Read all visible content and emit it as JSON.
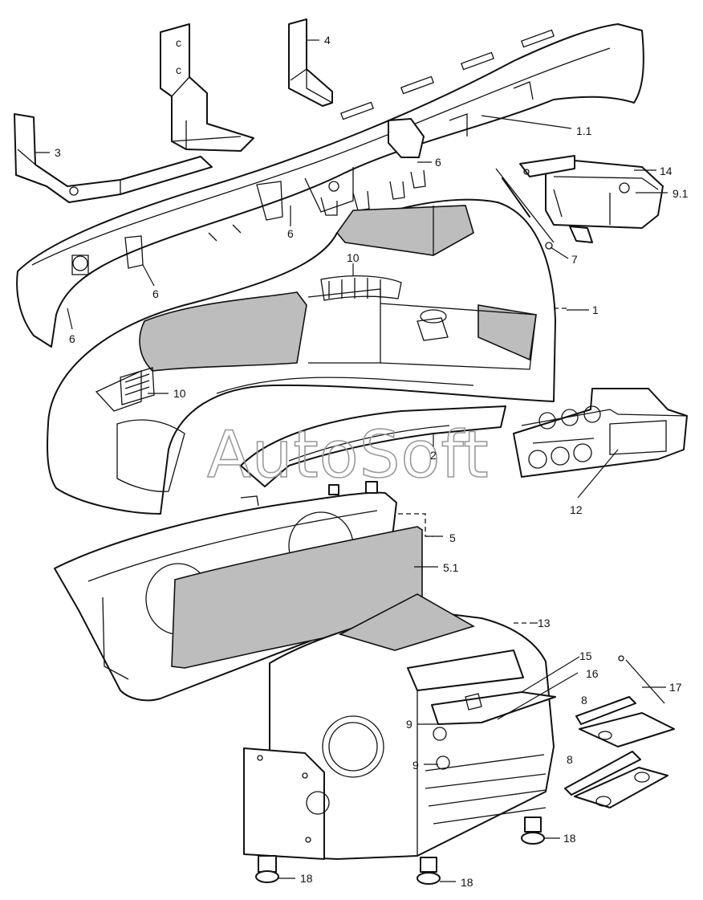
{
  "watermark": "AutoSoft",
  "callouts": [
    {
      "id": "c-3",
      "text": "3"
    },
    {
      "id": "c-4",
      "text": "4"
    },
    {
      "id": "c-1-1",
      "text": "1.1"
    },
    {
      "id": "c-6a",
      "text": "6"
    },
    {
      "id": "c-14",
      "text": "14"
    },
    {
      "id": "c-9-1",
      "text": "9.1"
    },
    {
      "id": "c-6b",
      "text": "6"
    },
    {
      "id": "c-7",
      "text": "7"
    },
    {
      "id": "c-6c",
      "text": "6"
    },
    {
      "id": "c-6d",
      "text": "6"
    },
    {
      "id": "c-10a",
      "text": "10"
    },
    {
      "id": "c-1",
      "text": "1"
    },
    {
      "id": "c-10b",
      "text": "10"
    },
    {
      "id": "c-2",
      "text": "2"
    },
    {
      "id": "c-12",
      "text": "12"
    },
    {
      "id": "c-5",
      "text": "5"
    },
    {
      "id": "c-5-1",
      "text": "5.1"
    },
    {
      "id": "c-13",
      "text": "13"
    },
    {
      "id": "c-15",
      "text": "15"
    },
    {
      "id": "c-16",
      "text": "16"
    },
    {
      "id": "c-17",
      "text": "17"
    },
    {
      "id": "c-8a",
      "text": "8"
    },
    {
      "id": "c-9a",
      "text": "9"
    },
    {
      "id": "c-8b",
      "text": "8"
    },
    {
      "id": "c-9b",
      "text": "9"
    },
    {
      "id": "c-18a",
      "text": "18"
    },
    {
      "id": "c-18b",
      "text": "18"
    },
    {
      "id": "c-18c",
      "text": "18"
    }
  ]
}
